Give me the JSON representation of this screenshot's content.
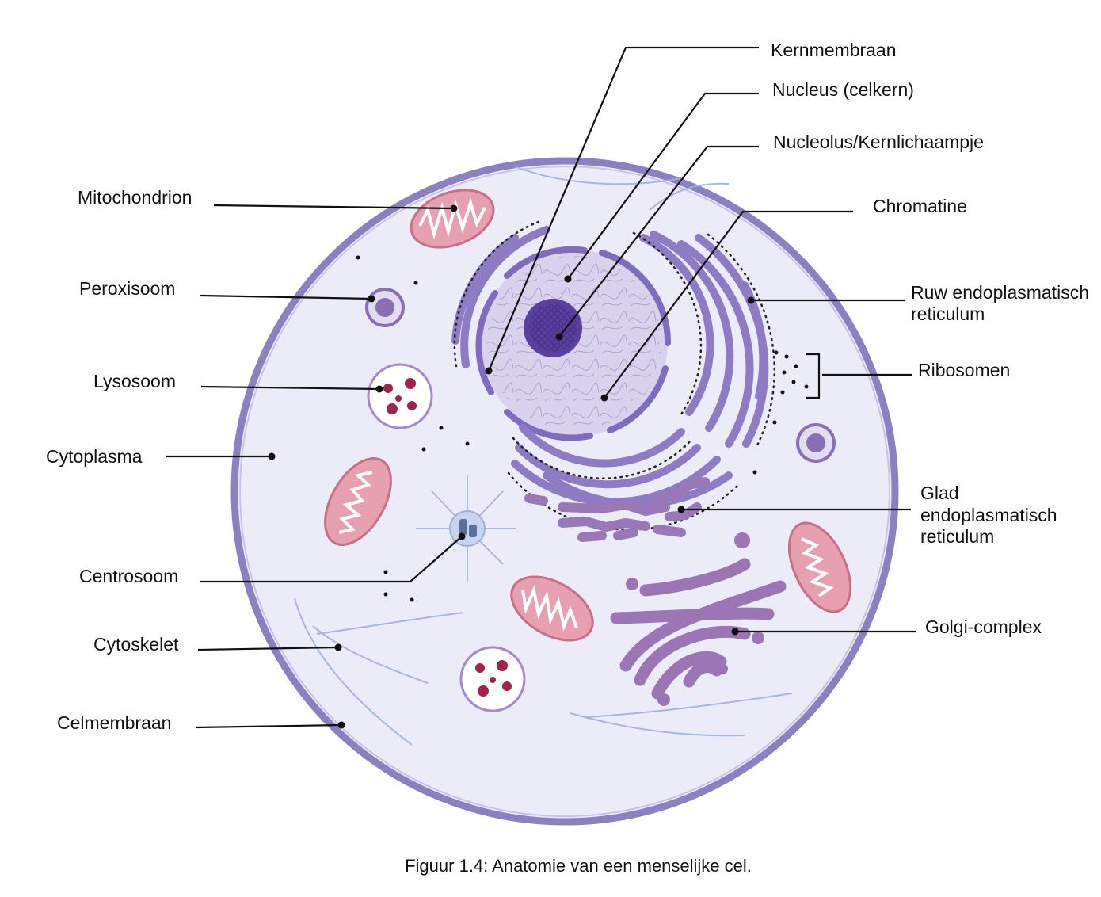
{
  "labels": {
    "kernmembraan": "Kernmembraan",
    "nucleus": "Nucleus (celkern)",
    "nucleolus": "Nucleolus/Kernlichaampje",
    "chromatine": "Chromatine",
    "ruw_er_line1": "Ruw endoplasmatisch",
    "ruw_er_line2": "reticulum",
    "ribosomen": "Ribosomen",
    "glad_er_line1": "Glad",
    "glad_er_line2": "endoplasmatisch",
    "glad_er_line3": "reticulum",
    "golgi": "Golgi-complex",
    "mitochondrion": "Mitochondrion",
    "peroxisoom": "Peroxisoom",
    "lysosoom": "Lysosoom",
    "cytoplasma": "Cytoplasma",
    "centrosoom": "Centrosoom",
    "cytoskelet": "Cytoskelet",
    "celmembraan": "Celmembraan"
  },
  "caption": "Figuur 1.4: Anatomie van een menselijke cel.",
  "colors": {
    "cytoplasm": "#ecebf8",
    "cell_membrane": "#8b80c0",
    "nucleus": "#d8d2ec",
    "nucleolus": "#5a3f9e",
    "rough_er": "#8d7cc4",
    "smooth_er": "#9a78b8",
    "golgi": "#9b75b4",
    "mitochondrion": "#e7a0b0",
    "lysosome_granule": "#a0224e",
    "peroxisome": "#8a6fb5",
    "cytoskeleton": "#9fb2d8"
  }
}
